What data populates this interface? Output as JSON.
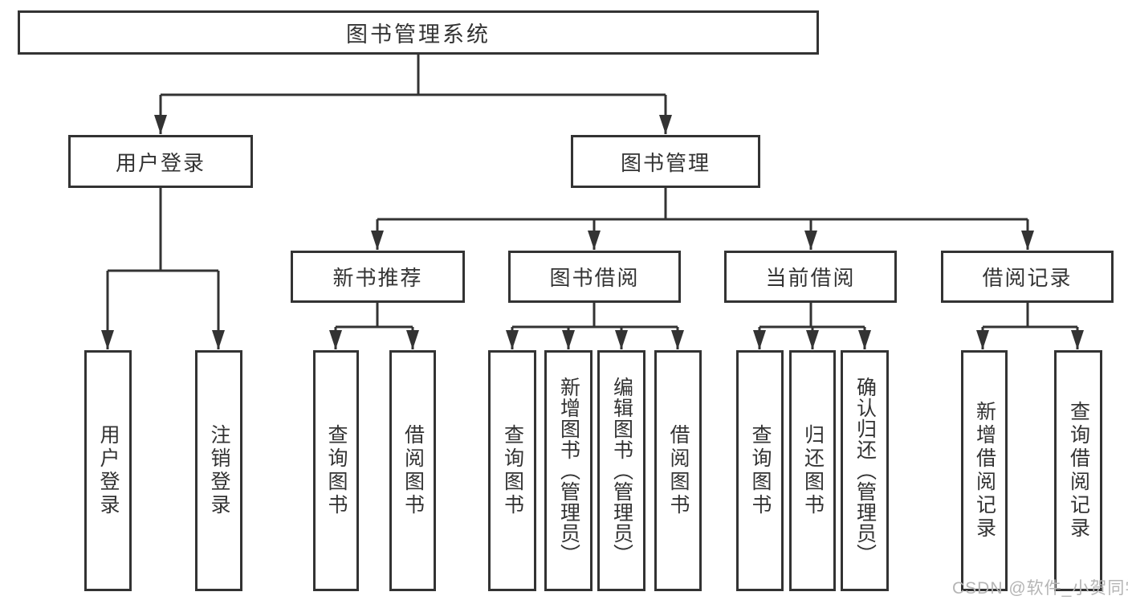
{
  "diagram": {
    "title": "图书管理系统",
    "root": {
      "label": "图书管理系统"
    },
    "branches": {
      "user_login": {
        "label": "用户登录",
        "children": {
          "login": "用户登录",
          "logout": "注销登录"
        }
      },
      "book_management": {
        "label": "图书管理",
        "children": {
          "new_book_recommend": {
            "label": "新书推荐",
            "children": {
              "query_books": "查询图书",
              "borrow_books": "借阅图书"
            }
          },
          "book_borrowing": {
            "label": "图书借阅",
            "children": {
              "query_books": "查询图书",
              "add_books": "新增图书（管理员）",
              "edit_books": "编辑图书（管理员）",
              "borrow_books": "借阅图书"
            }
          },
          "current_borrowing": {
            "label": "当前借阅",
            "children": {
              "query_books": "查询图书",
              "return_books": "归还图书",
              "confirm_return": "确认归还（管理员）"
            }
          },
          "borrowing_records": {
            "label": "借阅记录",
            "children": {
              "add_record": "新增借阅记录",
              "query_record": "查询借阅记录"
            }
          }
        }
      }
    }
  },
  "watermark": {
    "text": "CSDN @软件_小贺同学"
  },
  "style": {
    "line_color": "#333333",
    "text_color": "#333333",
    "background": "#ffffff",
    "watermark_color": "#b5b5b5"
  }
}
